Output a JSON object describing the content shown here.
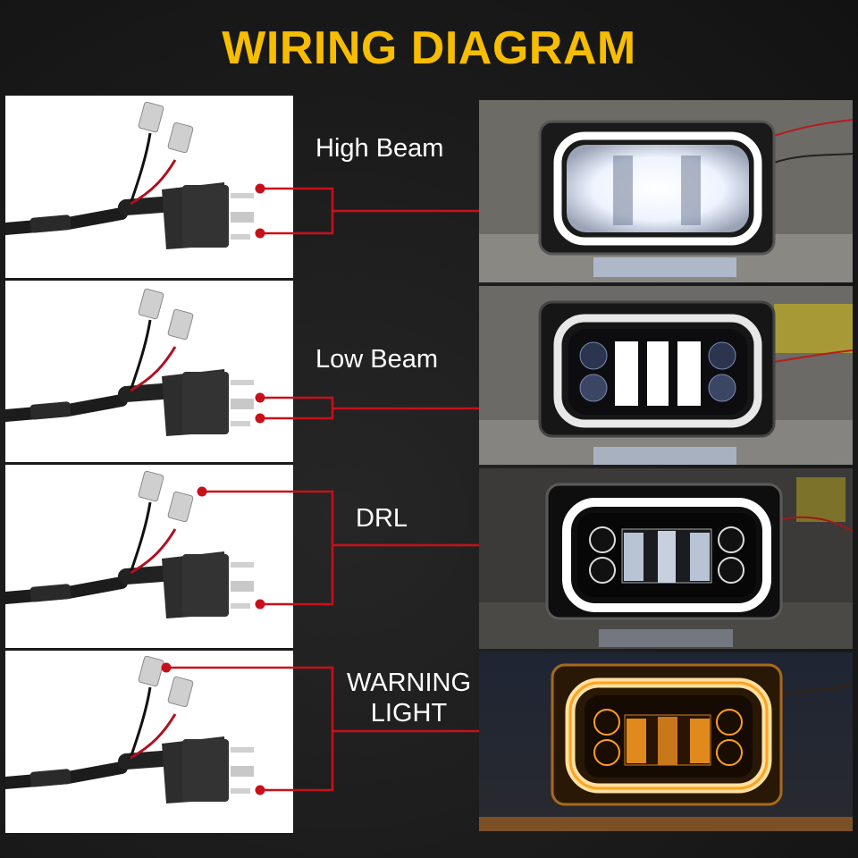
{
  "title": "WIRING DIAGRAM",
  "colors": {
    "title": "#f7bd00",
    "wire_line": "#c8101a",
    "background": "#1b1b1b",
    "panel": "#ffffff",
    "label": "#ffffff",
    "white_light": "#ffffff",
    "amber_light": "#ff9a10"
  },
  "rows": [
    {
      "label": "High Beam",
      "connected_terminals": [
        "plug-pin-top",
        "plug-pin-bottom"
      ],
      "photo": {
        "light_color": "white",
        "mode": "high beam — outer halo + all LEDs on"
      }
    },
    {
      "label": "Low Beam",
      "connected_terminals": [
        "plug-pin-middle",
        "plug-pin-bottom"
      ],
      "photo": {
        "light_color": "white",
        "mode": "low beam — halo + center LEDs on"
      }
    },
    {
      "label": "DRL",
      "connected_terminals": [
        "red-wire-spade",
        "plug-pin-bottom"
      ],
      "photo": {
        "light_color": "white",
        "mode": "DRL — halo ring only"
      }
    },
    {
      "label_line1": "WARNING",
      "label_line2": "LIGHT",
      "connected_terminals": [
        "black-wire-spade",
        "plug-pin-bottom"
      ],
      "photo": {
        "light_color": "amber",
        "mode": "warning — amber halo"
      }
    }
  ]
}
